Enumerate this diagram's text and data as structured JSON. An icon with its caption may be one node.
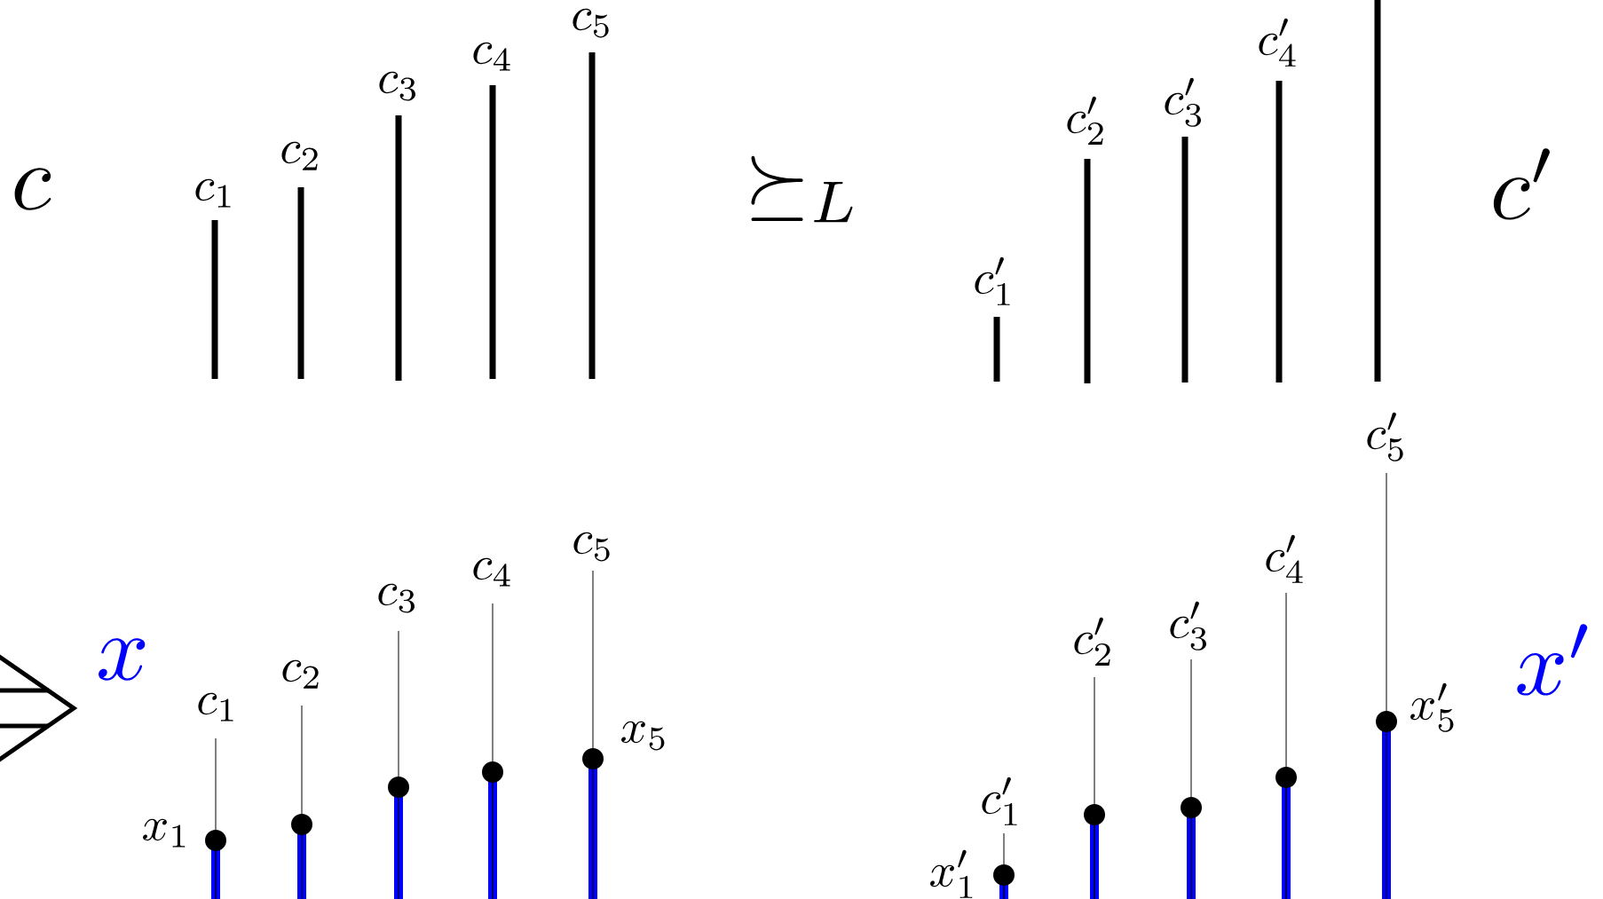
{
  "diagram": {
    "labels": [
      "c",
      "c_1",
      "c_2",
      "c_3",
      "c_4",
      "c_5",
      "\\succeq_L",
      "c'_1",
      "c'_2",
      "c'_3",
      "c'_4",
      "c'",
      "x",
      "c_1",
      "c_2",
      "c_3",
      "c_4",
      "c_5",
      "x_1",
      "x_5",
      "c'_1",
      "c'_2",
      "c'_3",
      "c'_4",
      "c'_5",
      "x'_1",
      "x'_5",
      "x'"
    ]
  }
}
